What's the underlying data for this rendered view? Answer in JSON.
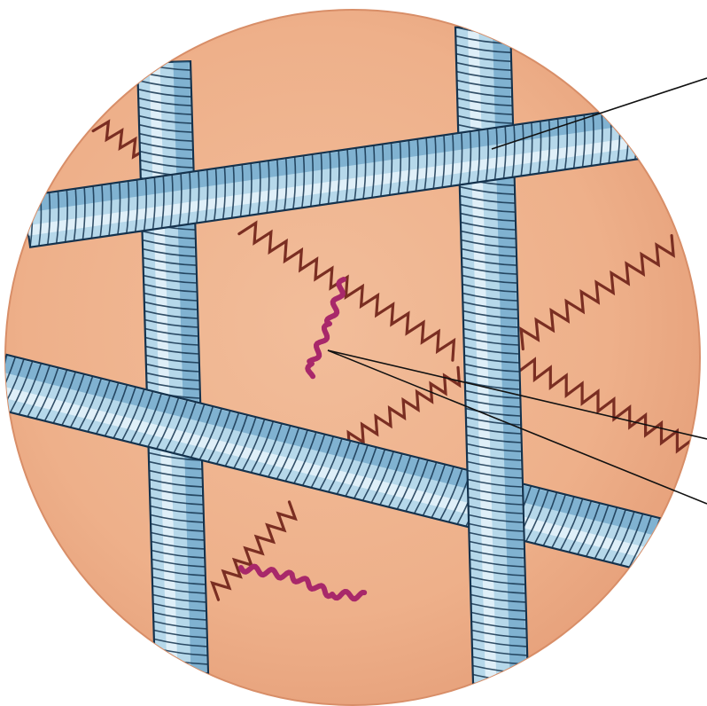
{
  "diagram": {
    "colors": {
      "background": "#ffffff",
      "tissue": "#eeb08a",
      "tissue_edge": "#d88e68",
      "collagen_fill": "#b6d8ea",
      "collagen_light": "#eaf5fb",
      "collagen_shade": "#3f86b4",
      "collagen_outline": "#14324d",
      "reticular_fiber": "#7a2e22",
      "elastic_fiber": "#a8286a",
      "leader_line": "#111111"
    },
    "fibers": [
      {
        "kind": "collagen",
        "name": "collagen-fiber-1"
      },
      {
        "kind": "collagen",
        "name": "collagen-fiber-2"
      },
      {
        "kind": "collagen",
        "name": "collagen-fiber-3"
      },
      {
        "kind": "collagen",
        "name": "collagen-fiber-4"
      },
      {
        "kind": "reticular",
        "name": "reticular-fiber-1"
      },
      {
        "kind": "reticular",
        "name": "reticular-fiber-2"
      },
      {
        "kind": "reticular",
        "name": "reticular-fiber-3"
      },
      {
        "kind": "reticular",
        "name": "reticular-fiber-4"
      },
      {
        "kind": "reticular",
        "name": "reticular-fiber-5"
      },
      {
        "kind": "reticular",
        "name": "reticular-fiber-6"
      },
      {
        "kind": "elastic",
        "name": "elastic-fiber-1"
      },
      {
        "kind": "elastic",
        "name": "elastic-fiber-2"
      }
    ],
    "leader_lines": [
      {
        "name": "leader-line-collagen"
      },
      {
        "name": "leader-line-reticular"
      },
      {
        "name": "leader-line-elastic"
      }
    ]
  }
}
